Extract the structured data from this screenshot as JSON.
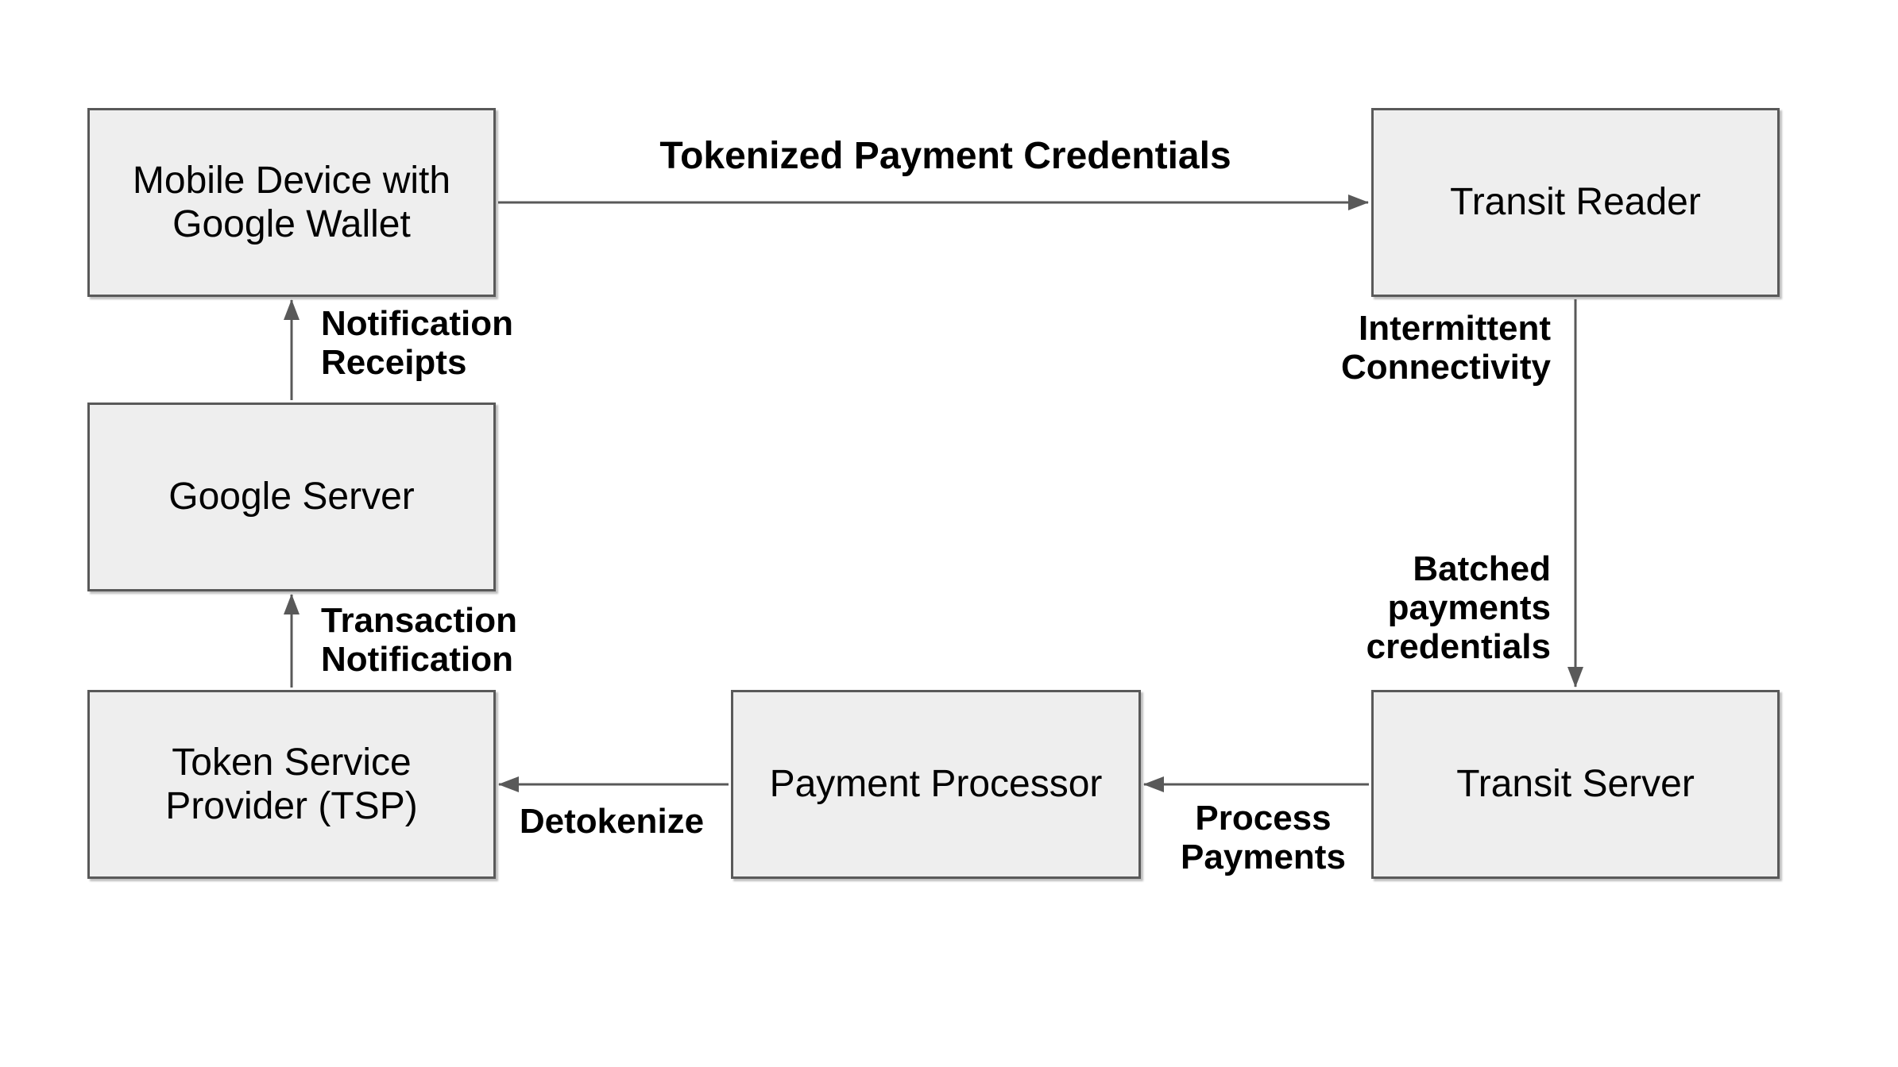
{
  "nodes": {
    "mobile_device": {
      "label": "Mobile Device with\nGoogle Wallet"
    },
    "transit_reader": {
      "label": "Transit Reader"
    },
    "google_server": {
      "label": "Google Server"
    },
    "tsp": {
      "label": "Token Service\nProvider (TSP)"
    },
    "payment_processor": {
      "label": "Payment Processor"
    },
    "transit_server": {
      "label": "Transit Server"
    }
  },
  "edges": {
    "tokenized_payment_credentials": {
      "label": "Tokenized Payment Credentials",
      "from": "mobile_device",
      "to": "transit_reader"
    },
    "intermittent_connectivity": {
      "label": "Intermittent\nConnectivity",
      "from": "transit_reader",
      "to": "transit_server"
    },
    "batched_payments_credentials": {
      "label": "Batched\npayments\ncredentials",
      "from": "transit_reader",
      "to": "transit_server"
    },
    "process_payments": {
      "label": "Process\nPayments",
      "from": "transit_server",
      "to": "payment_processor"
    },
    "detokenize": {
      "label": "Detokenize",
      "from": "payment_processor",
      "to": "tsp"
    },
    "transaction_notification": {
      "label": "Transaction\nNotification",
      "from": "tsp",
      "to": "google_server"
    },
    "notification_receipts": {
      "label": "Notification\nReceipts",
      "from": "google_server",
      "to": "mobile_device"
    }
  },
  "colors": {
    "background": "#ffffff",
    "node_fill": "#eeeeee",
    "node_border": "#595959",
    "node_text": "#000000",
    "edge_text": "#000000",
    "arrow": "#595959"
  }
}
